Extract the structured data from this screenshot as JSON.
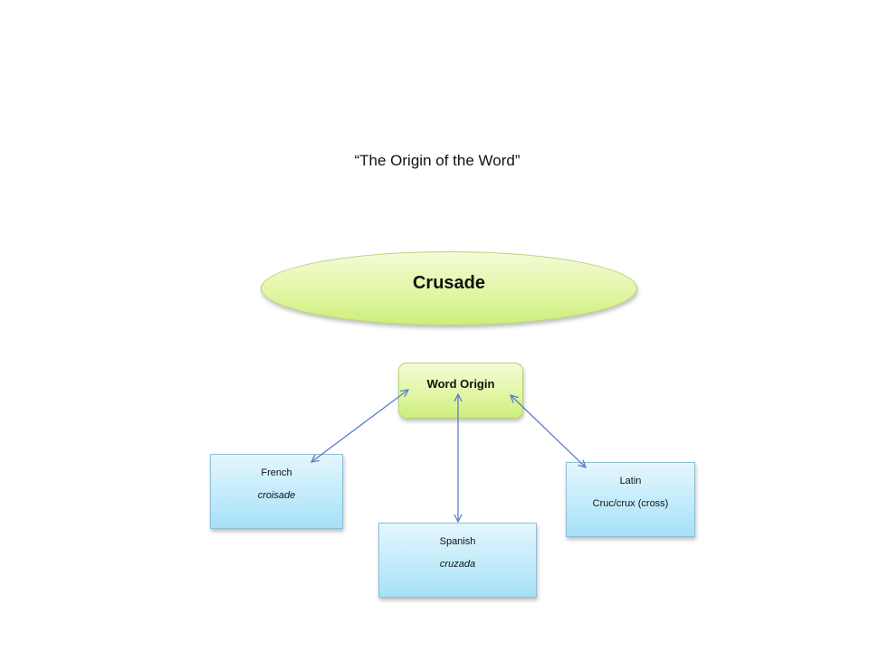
{
  "title": "“The Origin of the Word”",
  "top_node": {
    "label": "Crusade"
  },
  "center_node": {
    "label": "Word Origin"
  },
  "languages": [
    {
      "name": "French",
      "word": "croisade",
      "word_style": "italic"
    },
    {
      "name": "Spanish",
      "word": "cruzada",
      "word_style": "italic"
    },
    {
      "name": "Latin",
      "word": "Cruc/crux (cross)",
      "word_style": "normal"
    }
  ],
  "colors": {
    "green_node": "#e2f6a6",
    "blue_node": "#c2ebfb",
    "arrow": "#5b7fbf"
  }
}
